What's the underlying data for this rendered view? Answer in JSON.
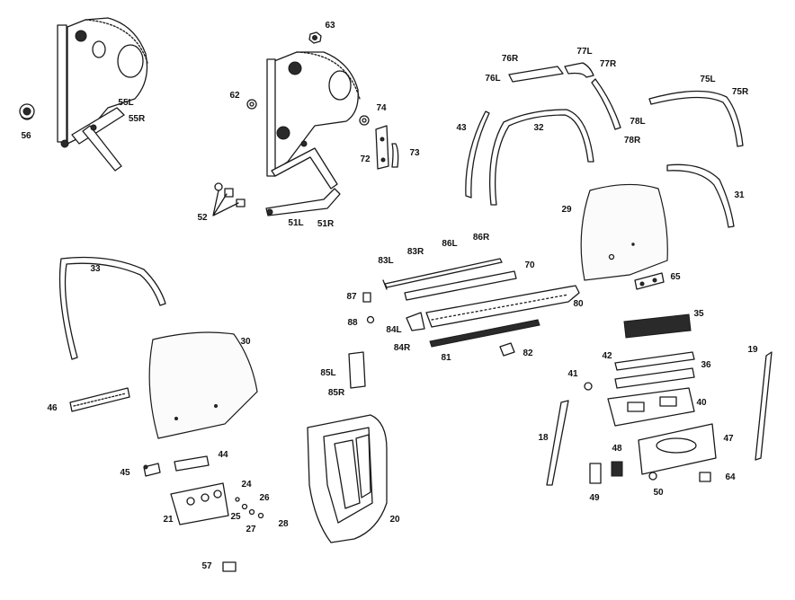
{
  "diagram": {
    "part_callouts": [
      {
        "id": "56",
        "label": "56"
      },
      {
        "id": "55L",
        "label": "55L"
      },
      {
        "id": "55R",
        "label": "55R"
      },
      {
        "id": "63",
        "label": "63"
      },
      {
        "id": "62",
        "label": "62"
      },
      {
        "id": "74",
        "label": "74"
      },
      {
        "id": "72",
        "label": "72"
      },
      {
        "id": "73",
        "label": "73"
      },
      {
        "id": "52",
        "label": "52"
      },
      {
        "id": "51L",
        "label": "51L"
      },
      {
        "id": "51R",
        "label": "51R"
      },
      {
        "id": "76R",
        "label": "76R"
      },
      {
        "id": "76L",
        "label": "76L"
      },
      {
        "id": "77L",
        "label": "77L"
      },
      {
        "id": "77R",
        "label": "77R"
      },
      {
        "id": "75L",
        "label": "75L"
      },
      {
        "id": "75R",
        "label": "75R"
      },
      {
        "id": "43",
        "label": "43"
      },
      {
        "id": "32",
        "label": "32"
      },
      {
        "id": "78L",
        "label": "78L"
      },
      {
        "id": "78R",
        "label": "78R"
      },
      {
        "id": "31",
        "label": "31"
      },
      {
        "id": "29",
        "label": "29"
      },
      {
        "id": "65",
        "label": "65"
      },
      {
        "id": "33",
        "label": "33"
      },
      {
        "id": "83L",
        "label": "83L"
      },
      {
        "id": "83R",
        "label": "83R"
      },
      {
        "id": "86L",
        "label": "86L"
      },
      {
        "id": "86R",
        "label": "86R"
      },
      {
        "id": "70",
        "label": "70"
      },
      {
        "id": "87",
        "label": "87"
      },
      {
        "id": "80",
        "label": "80"
      },
      {
        "id": "88",
        "label": "88"
      },
      {
        "id": "84L",
        "label": "84L"
      },
      {
        "id": "84R",
        "label": "84R"
      },
      {
        "id": "81",
        "label": "81"
      },
      {
        "id": "82",
        "label": "82"
      },
      {
        "id": "35",
        "label": "35"
      },
      {
        "id": "30",
        "label": "30"
      },
      {
        "id": "42",
        "label": "42"
      },
      {
        "id": "36",
        "label": "36"
      },
      {
        "id": "19",
        "label": "19"
      },
      {
        "id": "85L",
        "label": "85L"
      },
      {
        "id": "85R",
        "label": "85R"
      },
      {
        "id": "41",
        "label": "41"
      },
      {
        "id": "40",
        "label": "40"
      },
      {
        "id": "46",
        "label": "46"
      },
      {
        "id": "18",
        "label": "18"
      },
      {
        "id": "47",
        "label": "47"
      },
      {
        "id": "48",
        "label": "48"
      },
      {
        "id": "44",
        "label": "44"
      },
      {
        "id": "45",
        "label": "45"
      },
      {
        "id": "24",
        "label": "24"
      },
      {
        "id": "26",
        "label": "26"
      },
      {
        "id": "25",
        "label": "25"
      },
      {
        "id": "21",
        "label": "21"
      },
      {
        "id": "27",
        "label": "27"
      },
      {
        "id": "28",
        "label": "28"
      },
      {
        "id": "20",
        "label": "20"
      },
      {
        "id": "49",
        "label": "49"
      },
      {
        "id": "50",
        "label": "50"
      },
      {
        "id": "64",
        "label": "64"
      },
      {
        "id": "57",
        "label": "57"
      }
    ]
  }
}
